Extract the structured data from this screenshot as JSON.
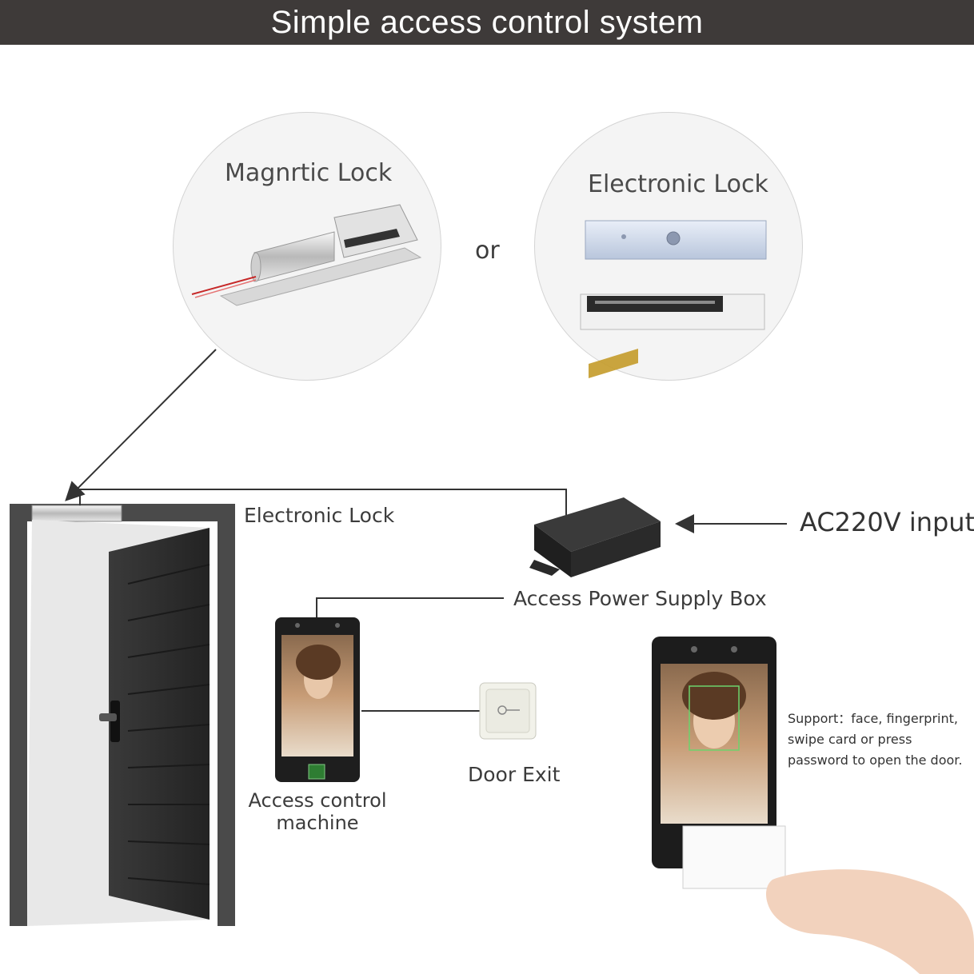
{
  "header": {
    "title": "Simple access control system"
  },
  "bubbles": {
    "left_title": "Magnrtic Lock",
    "right_title": "Electronic Lock",
    "separator": "or"
  },
  "diagram": {
    "electronic_lock_label": "Electronic Lock",
    "ac_input_label": "AC220V input",
    "power_supply_label": "Access Power Supply Box",
    "door_exit_label": "Door Exit",
    "access_machine_label": "Access control machine",
    "support_text": "Support：face, fingerprint, swipe card or press password to open the door."
  },
  "colors": {
    "title_bar": "#3e3a39",
    "door": "#2f2f2f",
    "frame": "#4a4a4a",
    "wire": "#333333"
  }
}
